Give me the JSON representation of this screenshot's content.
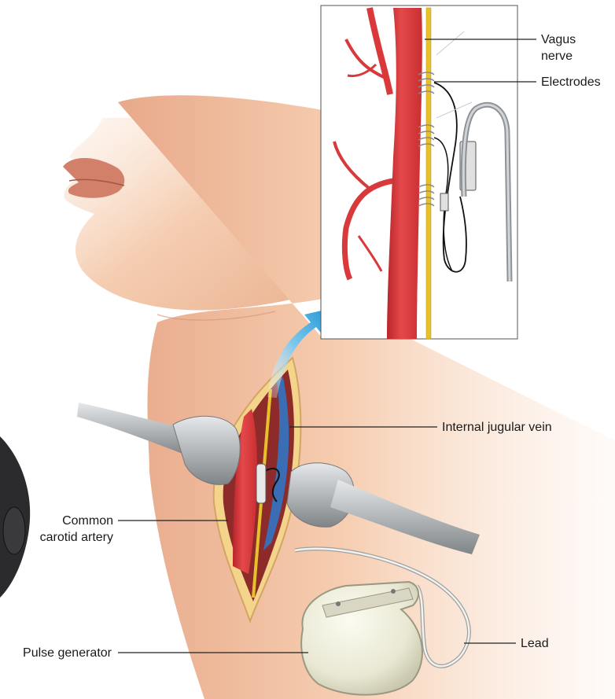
{
  "labels": {
    "vagus_nerve_line1": "Vagus",
    "vagus_nerve_line2": "nerve",
    "electrodes": "Electrodes",
    "internal_jugular_vein": "Internal jugular vein",
    "common_carotid_line1": "Common",
    "common_carotid_line2": "carotid artery",
    "pulse_generator": "Pulse generator",
    "lead": "Lead"
  },
  "colors": {
    "skin": "#f3c7a8",
    "artery": "#d9393a",
    "nerve": "#e6c12a",
    "vein": "#3b6db4",
    "retractor": "#b9bcbe",
    "arrow": "#2a9fd8",
    "generator": "#ecebd8"
  }
}
